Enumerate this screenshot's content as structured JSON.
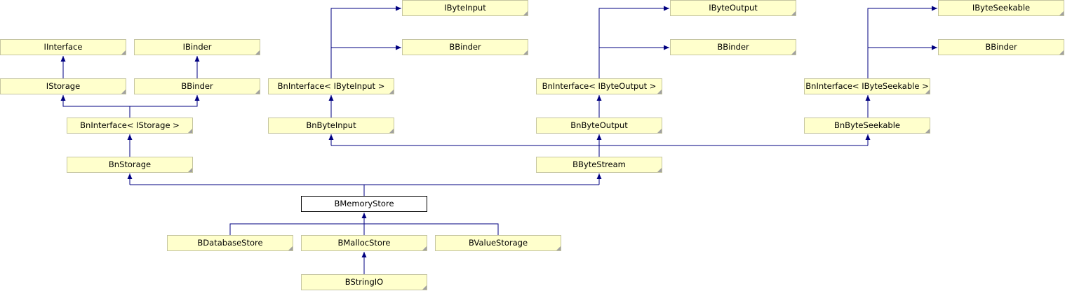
{
  "diagram": {
    "title": "",
    "colors": {
      "edge": "#000080",
      "node_fill": "#ffffcc",
      "node_border": "#c4c4a0",
      "current_fill": "#ffffff"
    },
    "nodes": {
      "iinterface": "IInterface",
      "ibinder": "IBinder",
      "istorage": "IStorage",
      "bbinder_1": "BBinder",
      "bninterface_istorage": "BnInterface< IStorage >",
      "bnstorage": "BnStorage",
      "ibyteinput": "IByteInput",
      "bbinder_2": "BBinder",
      "bninterface_ibyteinput": "BnInterface< IByteInput >",
      "bnbyteinput": "BnByteInput",
      "ibyteoutput": "IByteOutput",
      "bbinder_3": "BBinder",
      "bninterface_ibyteoutput": "BnInterface< IByteOutput >",
      "bnbyteoutput": "BnByteOutput",
      "ibyteseekable": "IByteSeekable",
      "bbinder_4": "BBinder",
      "bninterface_ibyteseekable": "BnInterface< IByteSeekable >",
      "bnbyteseekable": "BnByteSeekable",
      "bbytestream": "BByteStream",
      "bmemorystore": "BMemoryStore",
      "bdatabasestore": "BDatabaseStore",
      "bmallocstore": "BMallocStore",
      "bvaluestorage": "BValueStorage",
      "bstringio": "BStringIO"
    }
  }
}
